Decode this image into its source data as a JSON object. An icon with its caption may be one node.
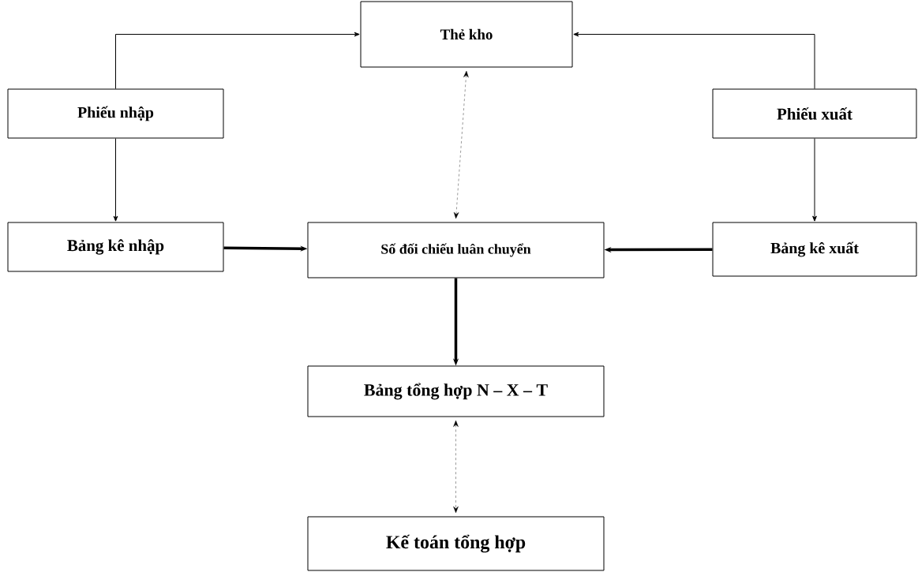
{
  "diagram": {
    "nodes": [
      {
        "text": [
          "Thẻ kho"
        ]
      },
      {
        "text": [
          "Phiếu nhập"
        ]
      },
      {
        "text": [
          "Phiếu xuất"
        ]
      },
      {
        "text": [
          "Bảng kê nhập"
        ]
      },
      {
        "text": [
          "Số đối chiếu luân chuyển"
        ]
      },
      {
        "text": [
          "Bảng kê xuất"
        ]
      },
      {
        "text": [
          "Bảng tổng hợp N – X – T"
        ]
      },
      {
        "text": [
          "Kế toán tổng hợp"
        ]
      }
    ],
    "edges": [
      {
        "from": 1,
        "to": 0,
        "arrow": "to"
      },
      {
        "from": 2,
        "to": 0,
        "arrow": "to"
      },
      {
        "from": 0,
        "to": 4,
        "arrow": "both",
        "style": "dashed"
      },
      {
        "from": 1,
        "to": 3,
        "arrow": "to"
      },
      {
        "from": 2,
        "to": 5,
        "arrow": "to"
      },
      {
        "from": 3,
        "to": 4,
        "arrow": "to",
        "style": "thick"
      },
      {
        "from": 5,
        "to": 4,
        "arrow": "to",
        "style": "thick"
      },
      {
        "from": 4,
        "to": 6,
        "arrow": "to",
        "style": "thick"
      },
      {
        "from": 6,
        "to": 7,
        "arrow": "both",
        "style": "dashed"
      }
    ]
  }
}
